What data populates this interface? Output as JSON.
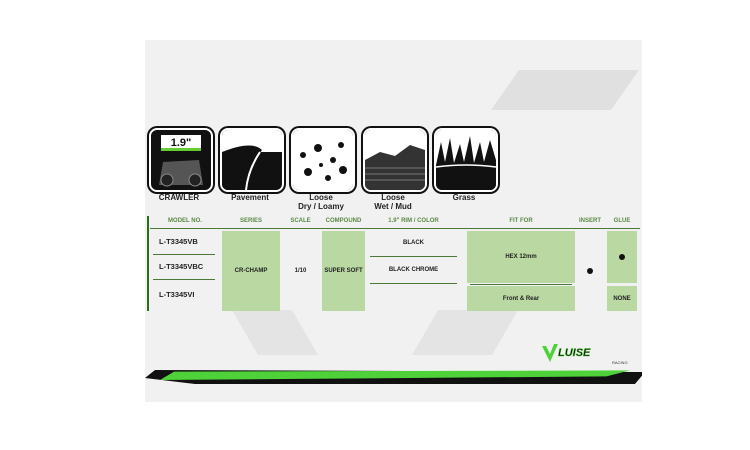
{
  "terrain": [
    {
      "label": "CRAWLER",
      "icon": "crawler-icon",
      "badge": "1.9\""
    },
    {
      "label": "Pavement",
      "icon": "pavement-icon"
    },
    {
      "label": "Loose\nDry / Loamy",
      "icon": "loose-dry-icon"
    },
    {
      "label": "Loose\nWet / Mud",
      "icon": "loose-wet-icon"
    },
    {
      "label": "Grass",
      "icon": "grass-icon"
    }
  ],
  "table": {
    "headers": [
      "MODEL NO.",
      "SERIES",
      "SCALE",
      "COMPOUND",
      "1.9\" RIM / COLOR",
      "FIT FOR",
      "INSERT",
      "GLUE"
    ],
    "models": [
      "L-T3345VB",
      "L-T3345VBC",
      "L-T3345VI"
    ],
    "series": "CR-CHAMP",
    "scale": "1/10",
    "compound": "SUPER SOFT",
    "rims": [
      "BLACK",
      "BLACK CHROME",
      ""
    ],
    "fit_for": [
      "HEX 12mm",
      "Front & Rear"
    ],
    "insert": "●",
    "glue": [
      "●",
      "NONE"
    ]
  },
  "brand": {
    "logo_text": "VLUISE",
    "sub": "RACING"
  },
  "colors": {
    "accent": "#4fd13a",
    "cell": "#b9d8a2",
    "header": "#5a8a45"
  }
}
